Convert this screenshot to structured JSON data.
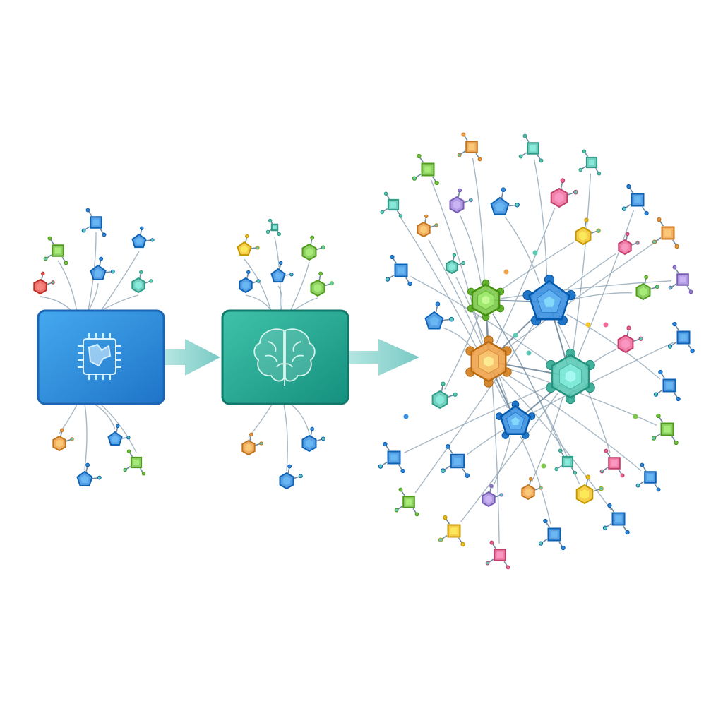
{
  "diagram": {
    "stages": [
      {
        "key": "chip",
        "icon": "microchip-icon",
        "color": "#2f8fd8",
        "color_light": "#5cb8f0"
      },
      {
        "key": "brain",
        "icon": "brain-icon",
        "color": "#1fa290",
        "color_light": "#4fcbb2"
      },
      {
        "key": "network",
        "icon": "molecule-network-icon"
      }
    ],
    "palette": {
      "blue": "#3a8fe0",
      "green": "#7cc94a",
      "orange": "#f0a24a",
      "teal": "#5cc9b5",
      "red": "#ea5a52",
      "pink": "#ee6b9a",
      "yellow": "#f3c62b",
      "purple": "#a58be0",
      "arrow": "#8fd3cf",
      "link": "#8aa0b0"
    }
  }
}
